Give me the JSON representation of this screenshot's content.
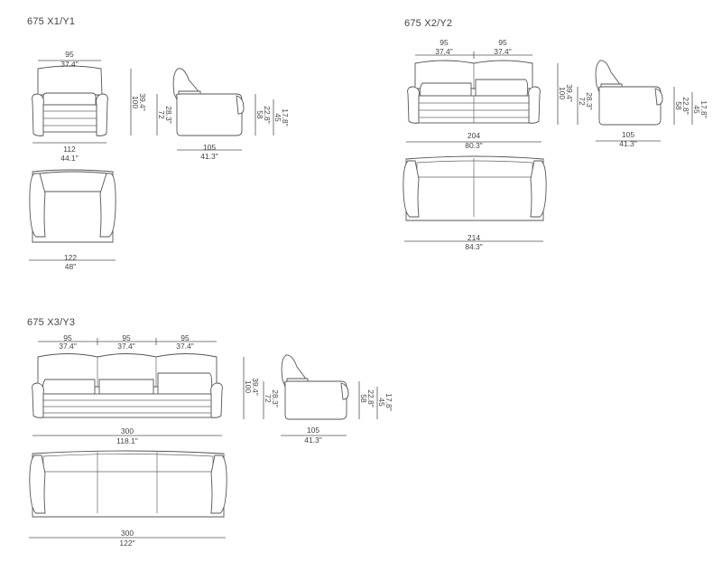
{
  "models": {
    "x1": {
      "title": "675 X1/Y1",
      "seat_width": {
        "cm": "95",
        "in": "37.4\""
      },
      "front_height": {
        "cm": "100",
        "in": "39.4\""
      },
      "arm_height": {
        "cm": "72",
        "in": "28.3\""
      },
      "overall_width": {
        "cm": "112",
        "in": "44.1\""
      },
      "depth": {
        "cm": "105",
        "in": "41.3\""
      },
      "seat_height_high": {
        "cm": "58",
        "in": "22.8\""
      },
      "seat_height_low": {
        "cm": "45",
        "in": "17.8\""
      },
      "plan_width": {
        "cm": "122",
        "in": "48\""
      }
    },
    "x2": {
      "title": "675 X2/Y2",
      "seat_width_1": {
        "cm": "95",
        "in": "37.4\""
      },
      "seat_width_2": {
        "cm": "95",
        "in": "37.4\""
      },
      "front_height": {
        "cm": "100",
        "in": "39.4\""
      },
      "arm_height": {
        "cm": "72",
        "in": "28.3\""
      },
      "seat_height_high": {
        "cm": "58",
        "in": "22.8\""
      },
      "seat_height_low": {
        "cm": "45",
        "in": "17.8\""
      },
      "overall_width": {
        "cm": "204",
        "in": "80.3\""
      },
      "depth": {
        "cm": "105",
        "in": "41.3\""
      },
      "plan_width": {
        "cm": "214",
        "in": "84.3\""
      }
    },
    "x3": {
      "title": "675 X3/Y3",
      "seat_width_1": {
        "cm": "95",
        "in": "37.4\""
      },
      "seat_width_2": {
        "cm": "95",
        "in": "37.4\""
      },
      "seat_width_3": {
        "cm": "95",
        "in": "37.4\""
      },
      "front_height": {
        "cm": "100",
        "in": "39.4\""
      },
      "arm_height": {
        "cm": "72",
        "in": "28.3\""
      },
      "seat_height_high": {
        "cm": "58",
        "in": "22.8\""
      },
      "seat_height_low": {
        "cm": "45",
        "in": "17.8\""
      },
      "overall_width": {
        "cm": "300",
        "in": "118.1\""
      },
      "depth": {
        "cm": "105",
        "in": "41.3\""
      },
      "plan_width": {
        "cm": "300",
        "in": "122\""
      }
    }
  }
}
